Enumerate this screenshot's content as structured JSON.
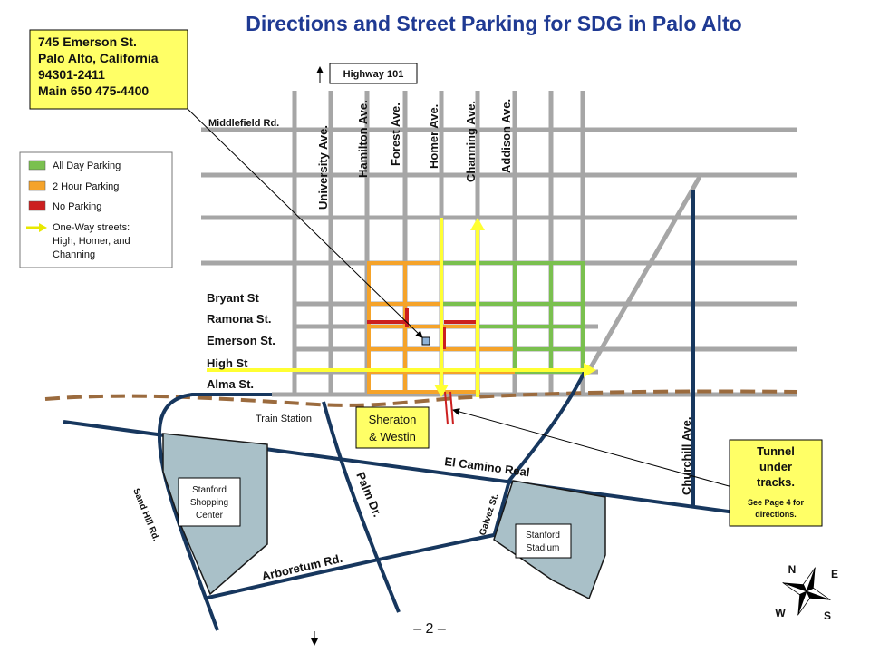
{
  "title": "Directions and Street Parking for SDG in Palo Alto",
  "address": {
    "line1": "745 Emerson St.",
    "line2": "Palo Alto, California",
    "line3": "94301-2411",
    "line4": "Main 650 475-4400"
  },
  "legend": {
    "all_day": "All Day Parking",
    "two_hour": "2 Hour Parking",
    "no_parking": "No Parking",
    "one_way_line1": "One-Way streets:",
    "one_way_line2": "High, Homer, and",
    "one_way_line3": "Channing"
  },
  "highway": "Highway 101",
  "streets": {
    "middlefield": "Middlefield Rd.",
    "bryant": "Bryant St",
    "ramona": "Ramona St.",
    "emerson": "Emerson St.",
    "high": "High St",
    "alma": "Alma St.",
    "university": "University Ave.",
    "hamilton": "Hamilton Ave.",
    "forest": "Forest Ave.",
    "homer": "Homer Ave.",
    "channing": "Channing Ave.",
    "addison": "Addison Ave.",
    "churchill": "Churchill Ave.",
    "el_camino": "El Camino Real",
    "palm": "Palm Dr.",
    "galvez": "Galvez St.",
    "sand_hill": "Sand Hill Rd.",
    "arboretum": "Arboretum Rd."
  },
  "places": {
    "train_station": "Train Station",
    "hotel_line1": "Sheraton",
    "hotel_line2": "& Westin",
    "shopping_line1": "Stanford",
    "shopping_line2": "Shopping",
    "shopping_line3": "Center",
    "stadium_line1": "Stanford",
    "stadium_line2": "Stadium"
  },
  "tunnel": {
    "line1": "Tunnel",
    "line2": "under",
    "line3": "tracks.",
    "line4": "See Page 4 for",
    "line5": "directions."
  },
  "compass": {
    "n": "N",
    "e": "E",
    "s": "S",
    "w": "W"
  },
  "page_number": "– 2 –",
  "colors": {
    "title": "#1f3a93",
    "all_day": "#7ac04f",
    "two_hour": "#f5a32a",
    "no_parking": "#cc1f1f",
    "one_way": "#ffff33",
    "roads": "#17375e",
    "streets": "#a6a6a6",
    "tracks": "#9b6b3e",
    "callout": "#ffff66",
    "campus": "#a9c0c8"
  }
}
